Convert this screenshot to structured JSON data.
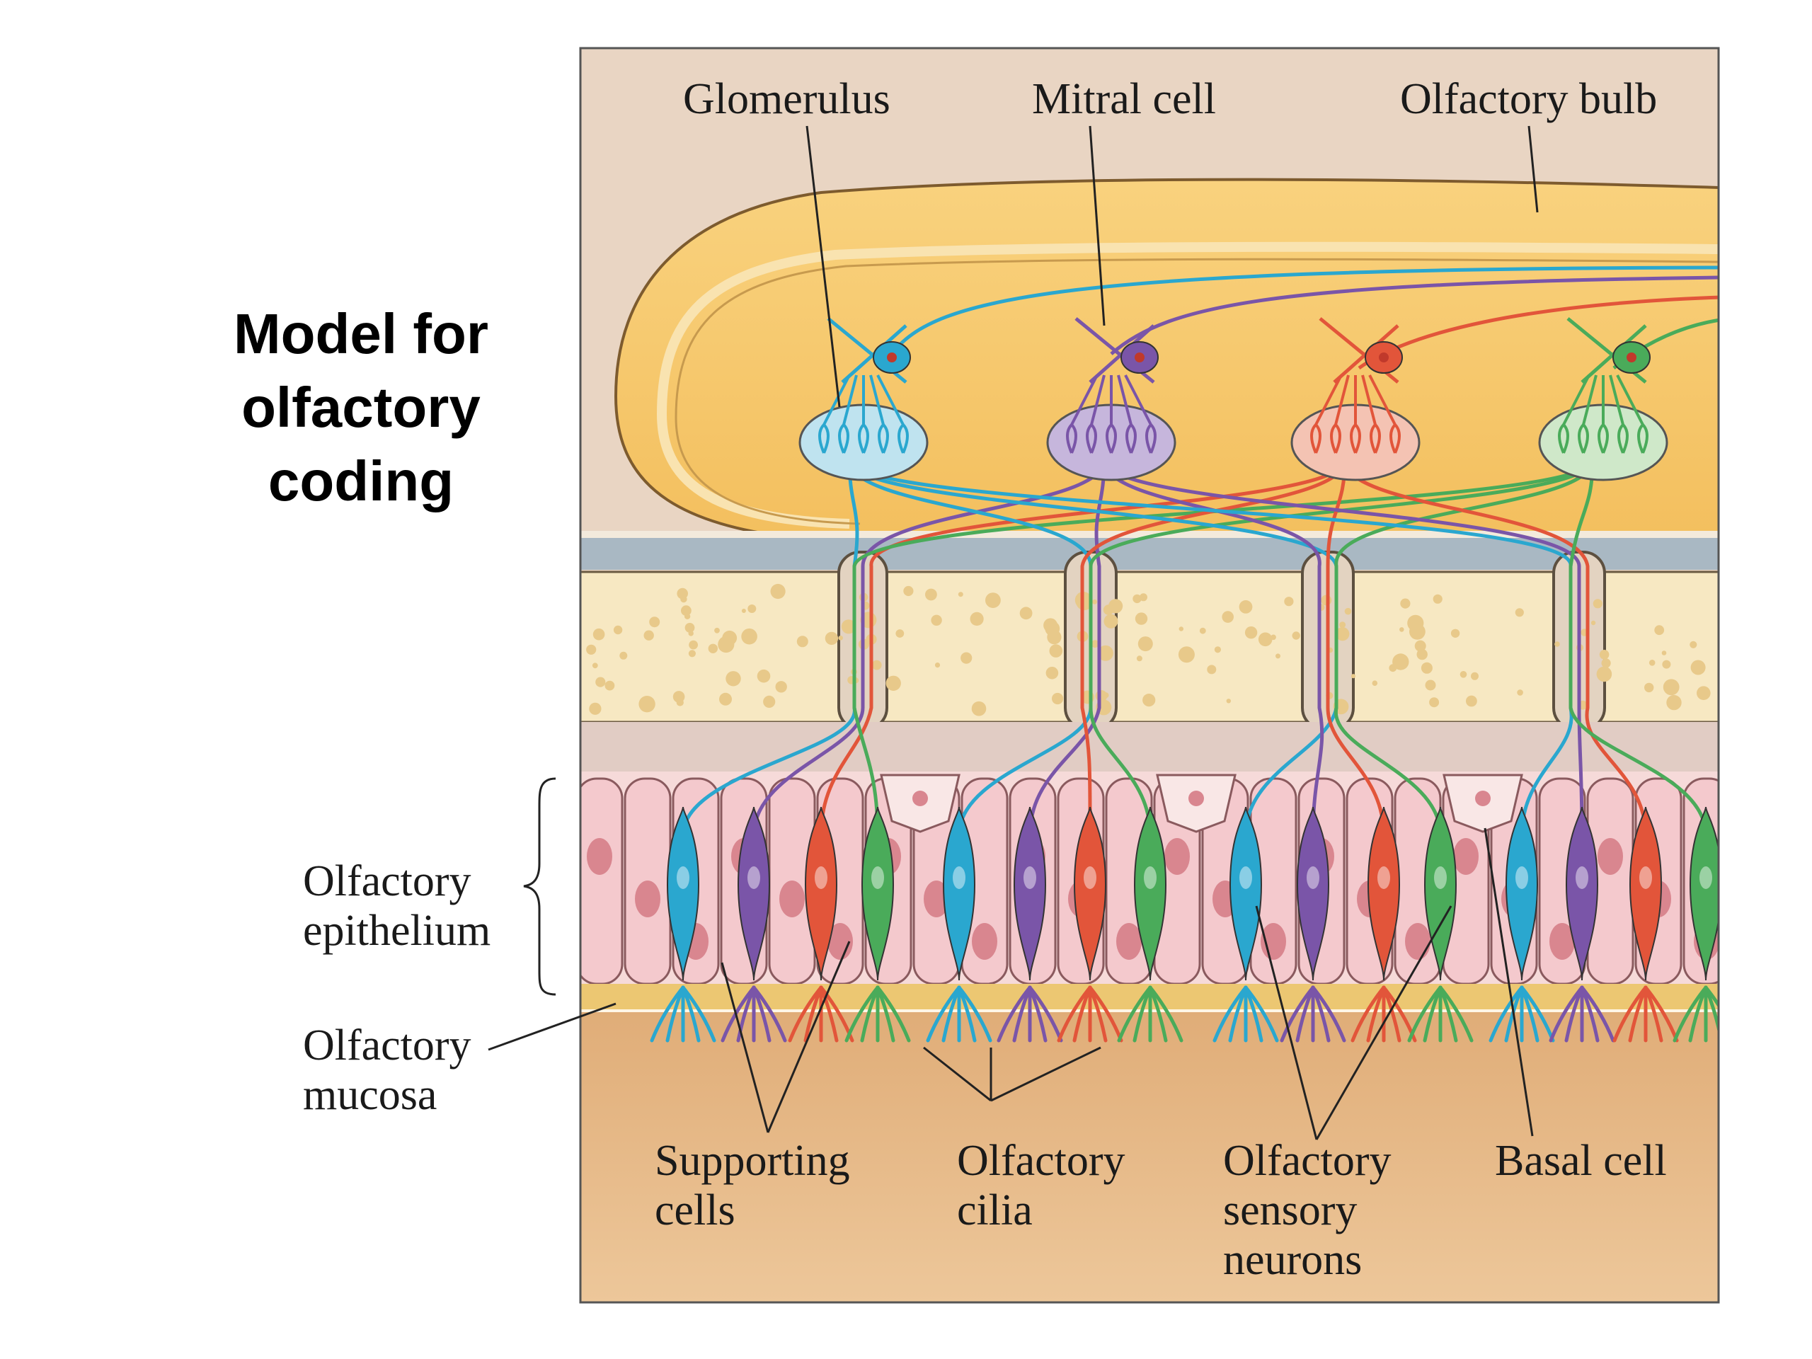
{
  "slide": {
    "title_lines": [
      "Model for",
      "olfactory",
      "coding"
    ]
  },
  "labels": {
    "glomerulus": "Glomerulus",
    "mitral_cell": "Mitral cell",
    "olfactory_bulb": "Olfactory bulb",
    "olfactory_epithelium": [
      "Olfactory",
      "epithelium"
    ],
    "olfactory_mucosa": [
      "Olfactory",
      "mucosa"
    ],
    "supporting_cells": [
      "Supporting",
      "cells"
    ],
    "olfactory_cilia": [
      "Olfactory",
      "cilia"
    ],
    "olfactory_sensory_neurons": [
      "Olfactory",
      "sensory",
      "neurons"
    ],
    "basal_cell": "Basal cell"
  },
  "colors": {
    "receptor_blue": "#2aa7cf",
    "receptor_purple": "#7a55a8",
    "receptor_red": "#e2553a",
    "receptor_green": "#4aab5a",
    "bulb_fill": "#f6c86e",
    "bone": "#f7e8c2",
    "mucosa": "#dca56c",
    "supporting_cell": "#f3c7cc",
    "background_tan": "#e8d3c0"
  }
}
